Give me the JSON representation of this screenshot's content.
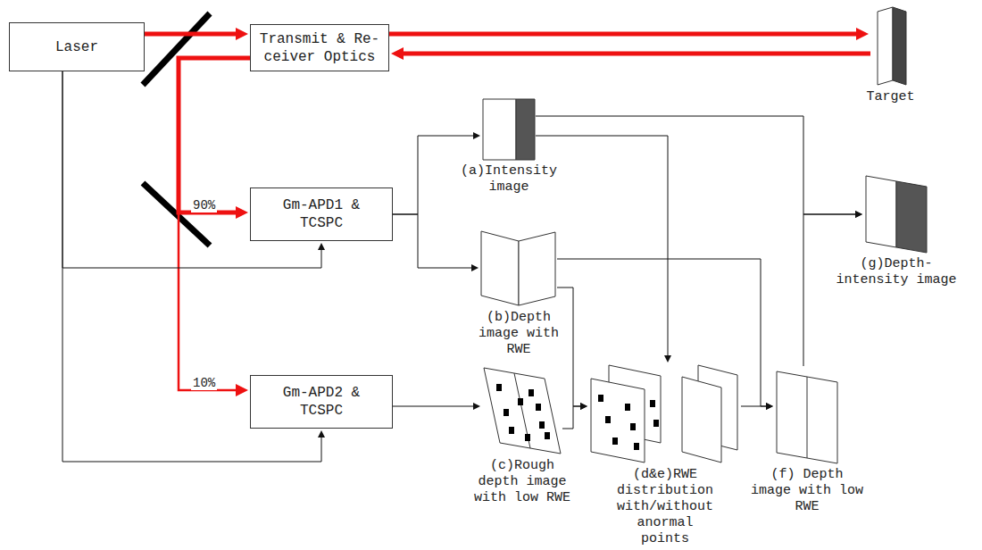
{
  "diagram": {
    "nodes": [
      {
        "text": [
          "Laser"
        ]
      },
      {
        "text": [
          "Transmit & Re- ceiver Optics"
        ]
      },
      {
        "text": [
          "Target"
        ]
      },
      {
        "text": [
          "Gm-APD1 & TCSPC"
        ]
      },
      {
        "text": [
          "Gm-APD2 & TCSPC"
        ]
      },
      {
        "text": [
          "(a)Intensity image"
        ]
      },
      {
        "text": [
          "(b)Depth image with RWE"
        ]
      },
      {
        "text": [
          "(c)Rough depth image with low RWE"
        ]
      },
      {
        "text": [
          "(d&e)RWE distribution with/without anormal points"
        ]
      },
      {
        "text": [
          "(f) Depth image with low RWE"
        ]
      },
      {
        "text": [
          "(g)Depth-intensity image"
        ]
      }
    ],
    "edges": [
      {
        "from": 0,
        "to": 1,
        "arrow": "to"
      },
      {
        "from": 1,
        "to": 2,
        "arrow": "to"
      },
      {
        "from": 2,
        "to": 1,
        "arrow": "to"
      },
      {
        "from": 1,
        "to": 3,
        "label": "90%",
        "arrow": "to"
      },
      {
        "from": 1,
        "to": 4,
        "label": "10%",
        "arrow": "to"
      },
      {
        "from": 0,
        "to": 3,
        "arrow": "to"
      },
      {
        "from": 0,
        "to": 4,
        "arrow": "to"
      },
      {
        "from": 3,
        "to": 5,
        "arrow": "to"
      },
      {
        "from": 3,
        "to": 6,
        "arrow": "to"
      },
      {
        "from": 4,
        "to": 7,
        "arrow": "to"
      },
      {
        "from": 5,
        "to": 8,
        "arrow": "to"
      },
      {
        "from": 6,
        "to": 8,
        "arrow": "to"
      },
      {
        "from": 7,
        "to": 8,
        "arrow": "to"
      },
      {
        "from": 8,
        "to": 9,
        "arrow": "to"
      },
      {
        "from": 6,
        "to": 9,
        "arrow": "to"
      },
      {
        "from": 9,
        "to": 10,
        "arrow": "to"
      },
      {
        "from": 5,
        "to": 10,
        "arrow": "to"
      }
    ]
  }
}
